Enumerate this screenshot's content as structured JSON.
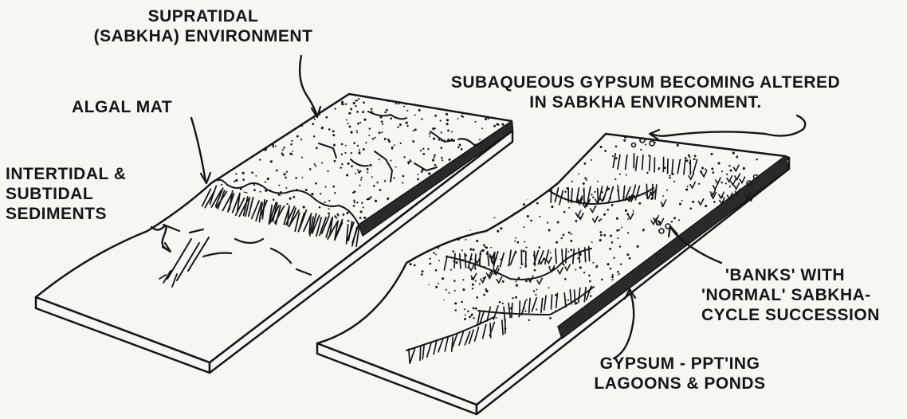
{
  "labels": {
    "supratidal": [
      "SUPRATIDAL",
      "(SABKHA) ENVIRONMENT"
    ],
    "algal_mat": "ALGAL MAT",
    "intertidal": [
      "INTERTIDAL &",
      "SUBTIDAL",
      "SEDIMENTS"
    ],
    "subaqueous_gypsum": [
      "SUBAQUEOUS GYPSUM BECOMING ALTERED",
      "IN SABKHA ENVIRONMENT."
    ],
    "banks": [
      "'BANKS' WITH",
      "'NORMAL' SABKHA-",
      "CYCLE SUCCESSION"
    ],
    "lagoons": [
      "GYPSUM - PPT'ING",
      "LAGOONS & PONDS"
    ]
  },
  "colors": {
    "paper": "#f6f6f3",
    "ink": "#161616"
  }
}
